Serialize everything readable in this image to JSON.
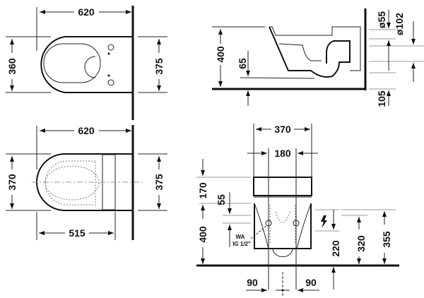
{
  "title": "Wall-mounted toilet dimension drawing",
  "views": {
    "top_view": {
      "width": "620",
      "depth_left": "360",
      "depth_right": "375"
    },
    "bottom_view": {
      "width": "620",
      "depth_left": "370",
      "depth_right": "375",
      "length": "515"
    },
    "side_view": {
      "height": "400",
      "offset": "65",
      "bottom": "105",
      "dia_small": "ø55",
      "dia_large": "ø102"
    },
    "front_view": {
      "width": "370",
      "inner": "180",
      "top": "170",
      "step": "55",
      "height": "400",
      "water_label": "WA",
      "water_size": "IG 1/2\"",
      "h220": "220",
      "h320": "320",
      "h355": "355",
      "left_90": "90",
      "right_90": "90"
    }
  }
}
